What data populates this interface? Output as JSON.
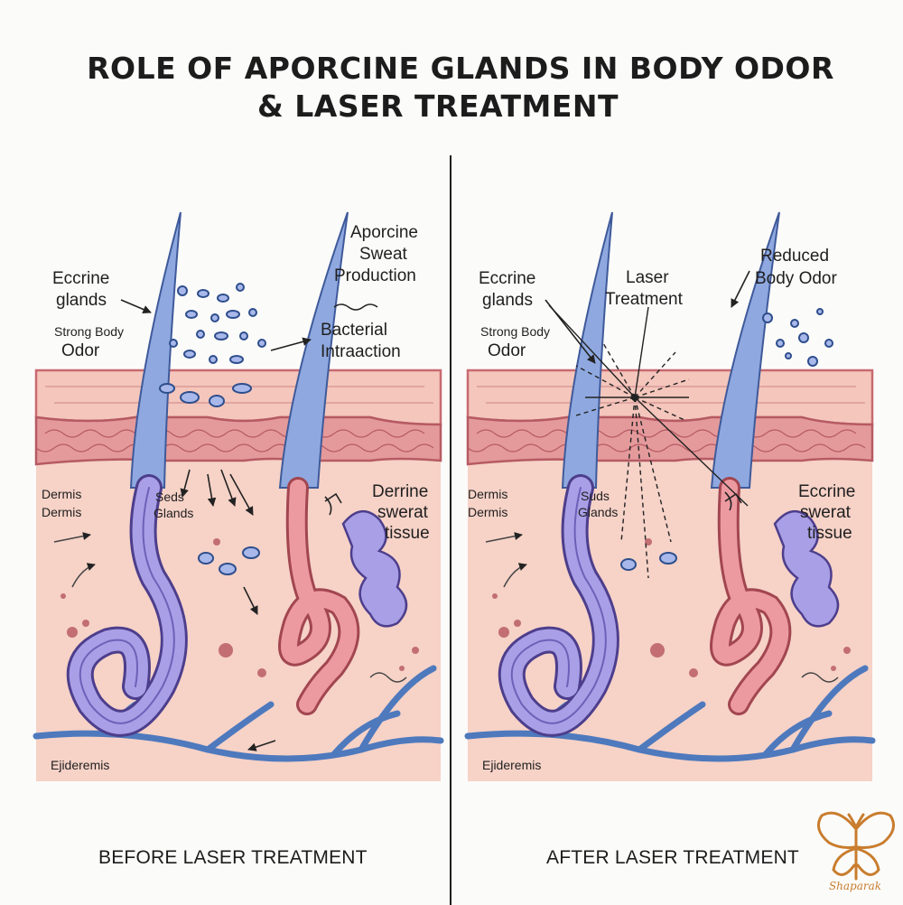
{
  "title": {
    "line1": "ROLE OF APORCINE GLANDS IN BODY ODOR",
    "line2": "& LASER TREATMENT"
  },
  "before": {
    "caption": "BEFORE LASER TREATMENT",
    "labels": {
      "eccrine_1": "Eccrine",
      "eccrine_2": "glands",
      "strong_1": "Strong Body",
      "strong_2": "Odor",
      "aporcine_1": "Aporcine",
      "aporcine_2": "Sweat",
      "aporcine_3": "Production",
      "bacterial_1": "Bacterial",
      "bacterial_2": "Intraaction",
      "dermis_1": "Dermis",
      "dermis_2": "Dermis",
      "seds_1": "Seds",
      "seds_2": "Glands",
      "derrine_1": "Derrine",
      "derrine_2": "swerat",
      "derrine_3": "tissue",
      "epidermis": "Ejideremis"
    }
  },
  "after": {
    "caption": "AFTER LASER TREATMENT",
    "labels": {
      "eccrine_1": "Eccrine",
      "eccrine_2": "glands",
      "strong_1": "Strong Body",
      "strong_2": "Odor",
      "laser_1": "Laser",
      "laser_2": "Treatment",
      "reduced_1": "Reduced",
      "reduced_2": "Body Odor",
      "dermis_1": "Dermis",
      "dermis_2": "Dermis",
      "seds_1": "Suds",
      "seds_2": "Glands",
      "eccrine_t1": "Eccrine",
      "eccrine_t2": "swerat",
      "eccrine_t3": "tissue",
      "epidermis": "Ejideremis"
    }
  },
  "logo": {
    "text": "Shaparak"
  },
  "colors": {
    "skin_top": "#f4c9bf",
    "dermis": "#f3cabf",
    "band": "#d77d84",
    "gland_purple": "#a59ae4",
    "gland_red": "#e88a92",
    "hair": "#7f9fd8",
    "vessel": "#5b86c9",
    "logo": "#c97d2e"
  }
}
